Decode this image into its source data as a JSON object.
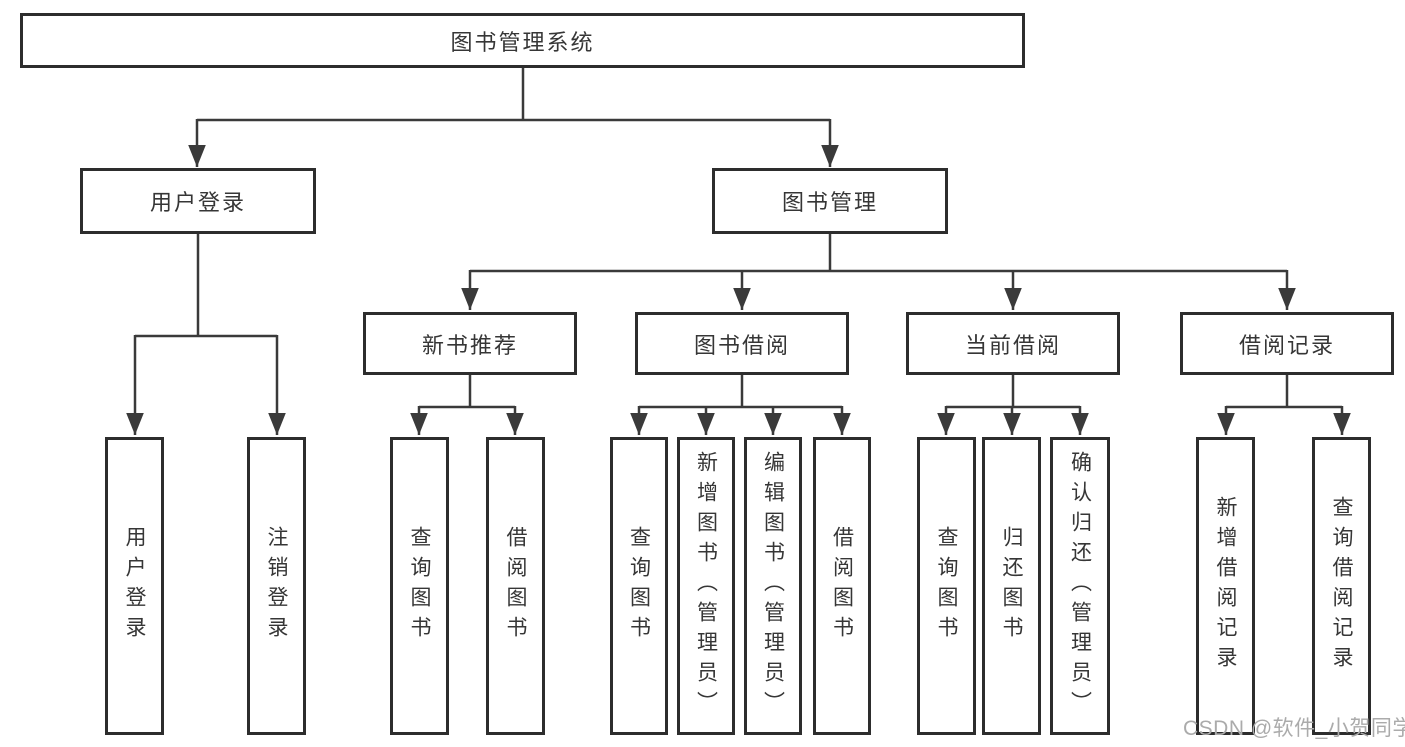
{
  "diagram_title": "图书管理系统",
  "nodes": {
    "root": "图书管理系统",
    "level2": {
      "user_login": "用户登录",
      "book_management": "图书管理"
    },
    "level3": {
      "new_book_recommend": "新书推荐",
      "book_borrow": "图书借阅",
      "current_borrow": "当前借阅",
      "borrow_records": "借阅记录"
    },
    "leaves": {
      "user_login": "用户登录",
      "logout": "注销登录",
      "nbr_query_books": "查询图书",
      "nbr_borrow_books": "借阅图书",
      "bb_query_books": "查询图书",
      "bb_add_books_admin": "新增图书（管理员）",
      "bb_edit_books_admin": "编辑图书（管理员）",
      "bb_borrow_books": "借阅图书",
      "cb_query_books": "查询图书",
      "cb_return_books": "归还图书",
      "cb_confirm_return_admin": "确认归还（管理员）",
      "br_add_record": "新增借阅记录",
      "br_query_record": "查询借阅记录"
    }
  },
  "watermark": "CSDN @软件_小贺同学",
  "colors": {
    "background": "#ffffff",
    "line": "#3a3a3a",
    "border": "#2d2d2d",
    "text": "#363636",
    "watermark": "#ababab"
  }
}
